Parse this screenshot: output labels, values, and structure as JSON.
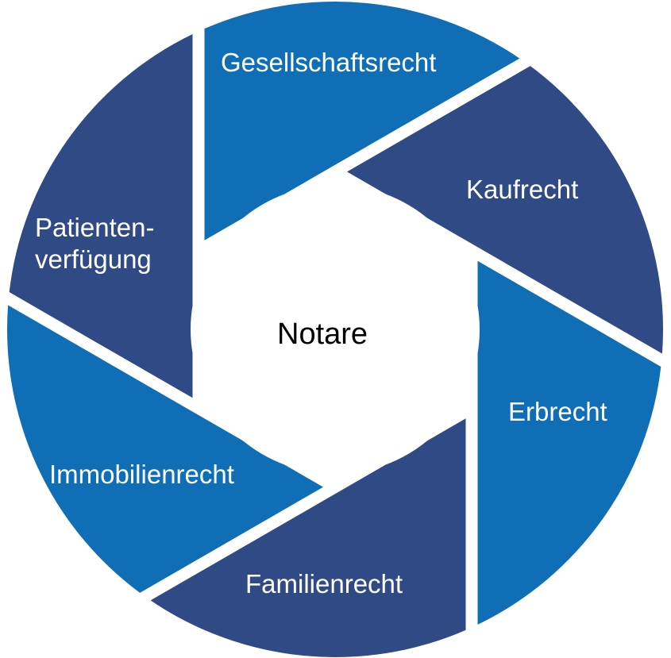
{
  "center_label": "Notare",
  "colors": {
    "light": "#0f6eb6",
    "dark": "#304a86",
    "gap": "#ffffff"
  },
  "segments": [
    {
      "label": "Gesellschaftsrecht",
      "tone": "light"
    },
    {
      "label": "Kaufrecht",
      "tone": "dark"
    },
    {
      "label": "Erbrecht",
      "tone": "light"
    },
    {
      "label": "Familienrecht",
      "tone": "dark"
    },
    {
      "label": "Immobilienrecht",
      "tone": "light"
    },
    {
      "label_line1": "Patienten-",
      "label_line2": "verfügung",
      "tone": "dark"
    }
  ]
}
